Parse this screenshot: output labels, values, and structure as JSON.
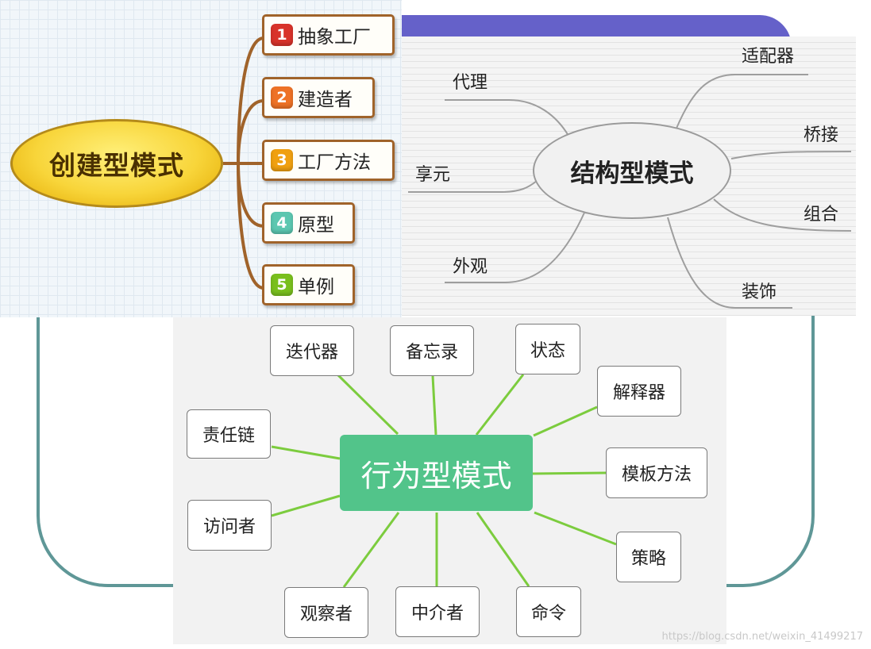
{
  "creational": {
    "title": "创建型模式",
    "items": [
      {
        "num": "1",
        "label": "抽象工厂",
        "color": "#d8332a"
      },
      {
        "num": "2",
        "label": "建造者",
        "color": "#ee7226"
      },
      {
        "num": "3",
        "label": "工厂方法",
        "color": "#f0a010"
      },
      {
        "num": "4",
        "label": "原型",
        "color": "#5cc7b0"
      },
      {
        "num": "5",
        "label": "单例",
        "color": "#79bf1c"
      }
    ]
  },
  "structural": {
    "title": "结构型模式",
    "items": [
      "代理",
      "享元",
      "外观",
      "适配器",
      "桥接",
      "组合",
      "装饰"
    ]
  },
  "behavioral": {
    "title": "行为型模式",
    "items": [
      "迭代器",
      "备忘录",
      "状态",
      "解释器",
      "模板方法",
      "策略",
      "命令",
      "中介者",
      "观察者",
      "访问者",
      "责任链"
    ]
  },
  "colors": {
    "frame": "#5f9797",
    "top_bar": "#6561c9",
    "behavioral_center": "#52c48a",
    "behavioral_lines": "#7ccc3e",
    "creational_border": "#a0632a",
    "creational_center": "#f8d53a"
  },
  "watermark": "https://blog.csdn.net/weixin_41499217"
}
